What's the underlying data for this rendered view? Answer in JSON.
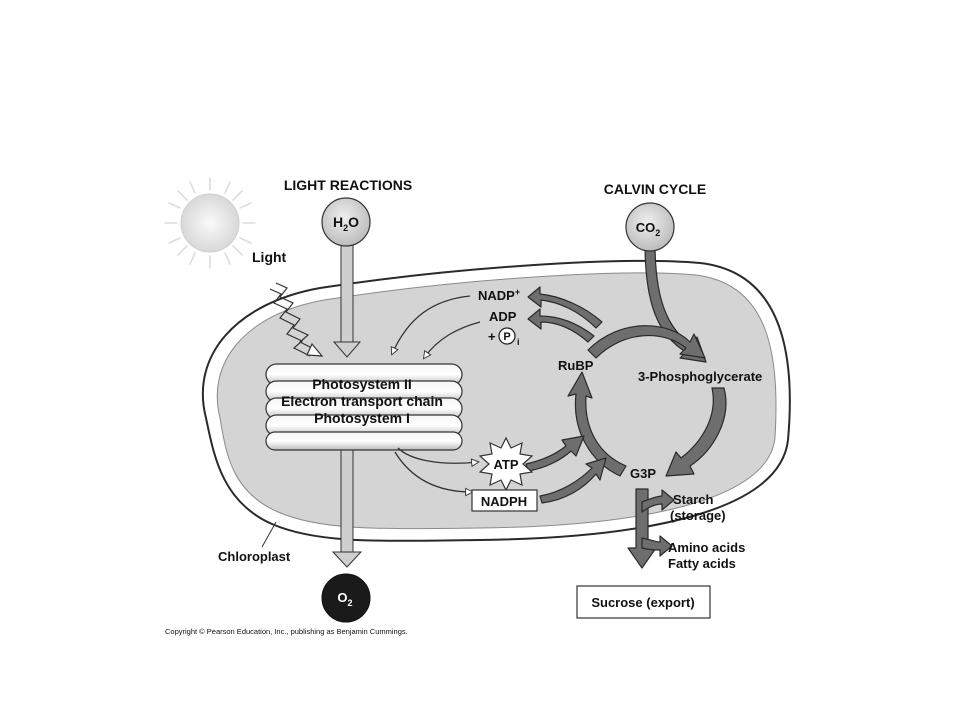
{
  "diagram": {
    "light_reactions_title": "LIGHT REACTIONS",
    "calvin_cycle_title": "CALVIN CYCLE",
    "light_label": "Light",
    "water": {
      "base": "H",
      "sub": "2",
      "tail": "O"
    },
    "carbon_dioxide": {
      "base": "CO",
      "sub": "2"
    },
    "oxygen": {
      "base": "O",
      "sub": "2"
    },
    "thylakoid_lines": [
      "Photosystem II",
      "Electron transport chain",
      "Photosystem I"
    ],
    "nadp_plus": {
      "base": "NADP",
      "sup": "+"
    },
    "adp": "ADP",
    "phosphate": {
      "plus": "+",
      "symbol": "P",
      "sub": "i"
    },
    "atp": "ATP",
    "nadph": "NADPH",
    "rubp": "RuBP",
    "three_pg": "3-Phosphoglycerate",
    "g3p": "G3P",
    "starch": "Starch",
    "starch_note": "(storage)",
    "amino_acids": "Amino acids",
    "fatty_acids": "Fatty acids",
    "sucrose": "Sucrose (export)",
    "chloroplast": "Chloroplast",
    "copyright": "Copyright © Pearson Education, Inc., publishing as Benjamin Cummings."
  },
  "colors": {
    "chloroplast_fill": "#d4d4d4",
    "arrow_dark": "#6e6e6e",
    "arrow_light": "#cfcfcf",
    "oxygen_fill": "#1a1a1a"
  }
}
